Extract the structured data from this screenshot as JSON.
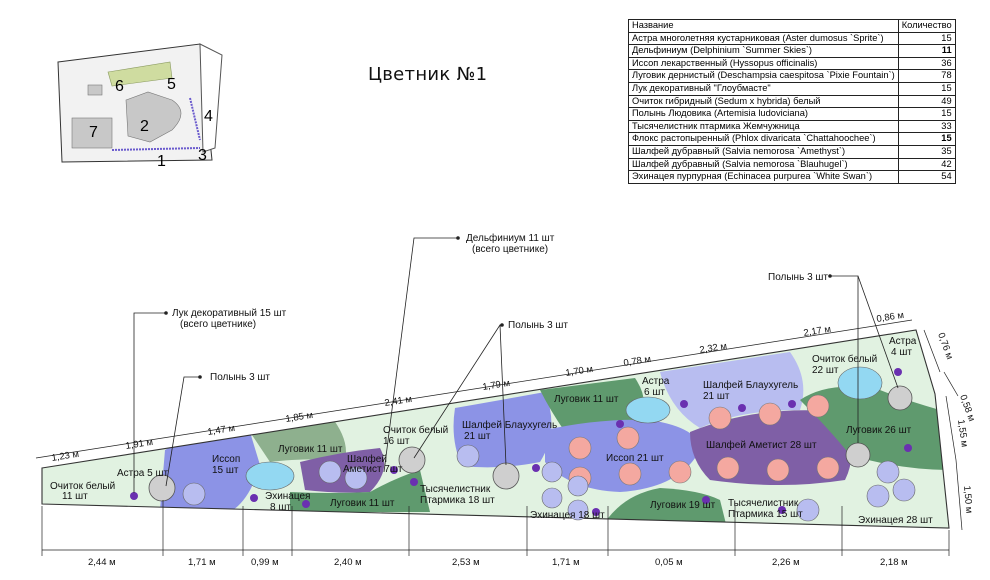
{
  "title": "Цветник №1",
  "legend": {
    "header": {
      "name": "Название",
      "qty": "Количество"
    },
    "rows": [
      {
        "name": "Астра многолетняя кустарниковая (Aster dumosus `Sprite`)",
        "qty": "15",
        "bold": false
      },
      {
        "name": "Дельфиниум (Delphinium `Summer Skies`)",
        "qty": "11",
        "bold": true
      },
      {
        "name": "Иссоп лекарственный (Hyssopus officinalis)",
        "qty": "36",
        "bold": false
      },
      {
        "name": "Луговик дернистый (Deschampsia caespitosa `Pixie Fountain`)",
        "qty": "78",
        "bold": false
      },
      {
        "name": "Лук декоративный \"Глоубмасте\"",
        "qty": "15",
        "bold": false
      },
      {
        "name": "Очиток гибридный (Sedum x hybrida) белый",
        "qty": "49",
        "bold": false
      },
      {
        "name": "Полынь Людовика (Artemisia ludoviciana)",
        "qty": "15",
        "bold": false
      },
      {
        "name": "Тысячелистник птармика Жемчужница",
        "qty": "33",
        "bold": false
      },
      {
        "name": "Флокс растопыренный (Phlox divaricata `Chattahoochee`)",
        "qty": "15",
        "bold": true
      },
      {
        "name": "Шалфей дубравный (Salvia nemorosa `Amethyst`)",
        "qty": "35",
        "bold": false
      },
      {
        "name": "Шалфей дубравный (Salvia nemorosa `Blauhugel`)",
        "qty": "42",
        "bold": false
      },
      {
        "name": "Эхинацея пурпурная (Echinacea purpurea `White Swan`)",
        "qty": "54",
        "bold": false
      }
    ]
  },
  "site_plan_numbers": [
    "1",
    "2",
    "3",
    "4",
    "5",
    "6",
    "7"
  ],
  "zone_labels": {
    "ochitok_left": [
      "Очиток белый",
      "11 шт"
    ],
    "astra_left": "Астра 5 шт",
    "issop_left": [
      "Иссоп",
      "15 шт"
    ],
    "lugovik_top_left": "Луговик 11 шт",
    "shalfey_ametist_left": [
      "Шалфей",
      "Аметист 7шт"
    ],
    "echinacea_left": [
      "Эхинацея",
      "8 шт"
    ],
    "lugovik_bottom_left": "Луговик 11 шт",
    "ochitok_mid": [
      "Очиток белый",
      "16 шт"
    ],
    "shalfey_blau_left": [
      "Шалфей Блаухугель",
      "21 шт"
    ],
    "tysyach_left": [
      "Тысячелистник",
      "Птармика 18 шт"
    ],
    "echinacea_mid": "Эхинацея 18 шт",
    "lugovik_top_mid": "Луговик 11 шт",
    "astra_mid": [
      "Астра",
      "6 шт"
    ],
    "issop_mid": "Иссоп 21 шт",
    "shalfey_blau_right": [
      "Шалфей Блаухугель",
      "21 шт"
    ],
    "shalfey_ametist_right": "Шалфей Аметист 28 шт",
    "lugovik_bottom_right": "Луговик 19 шт",
    "tysyach_right": [
      "Тысячелистник",
      "Птармика 15 шт"
    ],
    "ochitok_right": [
      "Очиток белый",
      "22 шт"
    ],
    "astra_right": [
      "Астра",
      "4 шт"
    ],
    "lugovik_right": "Луговик 26 шт",
    "echinacea_right": "Эхинацея 28 шт"
  },
  "callouts": {
    "luk": [
      "Лук декоративный 15 шт",
      "(всего цветнике)"
    ],
    "polyn_left": "Полынь 3 шт",
    "delphinium": [
      "Дельфиниум 11 шт",
      "(всего цветнике)"
    ],
    "polyn_mid": "Полынь 3 шт",
    "polyn_right": "Полынь 3 шт"
  },
  "dimensions": {
    "bottom": [
      "2,44 м",
      "1,71 м",
      "0,99 м",
      "2,40 м",
      "2,53 м",
      "1,71 м",
      "0,05 м",
      "2,26 м",
      "2,18 м"
    ],
    "top": [
      "1,23 м",
      "1,91 м",
      "1,47 м",
      "1,85 м",
      "2,41 м",
      "1,79 м",
      "1,70 м",
      "0,78 м",
      "2,32 м",
      "2,17 м",
      "0,86 м"
    ],
    "right": [
      "0,76 м",
      "0,58 м",
      "1,55 м",
      "1,50 м"
    ]
  },
  "colors": {
    "light_green": "#e1f2e1",
    "gray_green": "#8eb08e",
    "dark_green": "#5f9a6e",
    "blue_lavender": "#8c93e6",
    "light_lavender": "#b8bdf0",
    "purple": "#7f5fa6",
    "cyan": "#93d8f2",
    "salmon": "#f4a8a0",
    "gray": "#cfcfcf",
    "dot_purple": "#6a30b0"
  }
}
